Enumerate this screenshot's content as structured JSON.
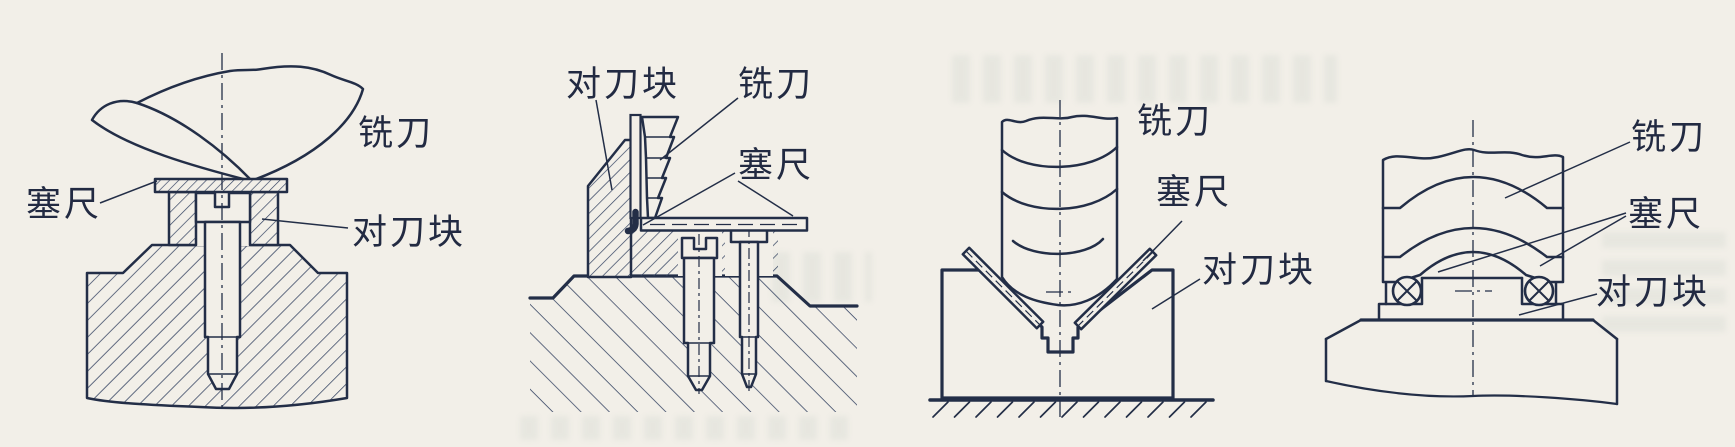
{
  "colors": {
    "paper": "#f2efe8",
    "ink": "#232e47",
    "hatch": "#31405f"
  },
  "diagrams": [
    {
      "labels": {
        "cutter": "铣刀",
        "feeler_gauge": "塞尺",
        "tool_block": "对刀块"
      }
    },
    {
      "labels": {
        "tool_block": "对刀块",
        "cutter": "铣刀",
        "feeler_gauge": "塞尺"
      }
    },
    {
      "labels": {
        "cutter": "铣刀",
        "feeler_gauge": "塞尺",
        "tool_block": "对刀块"
      }
    },
    {
      "labels": {
        "cutter": "铣刀",
        "feeler_gauge": "塞尺",
        "tool_block": "对刀块"
      }
    }
  ]
}
